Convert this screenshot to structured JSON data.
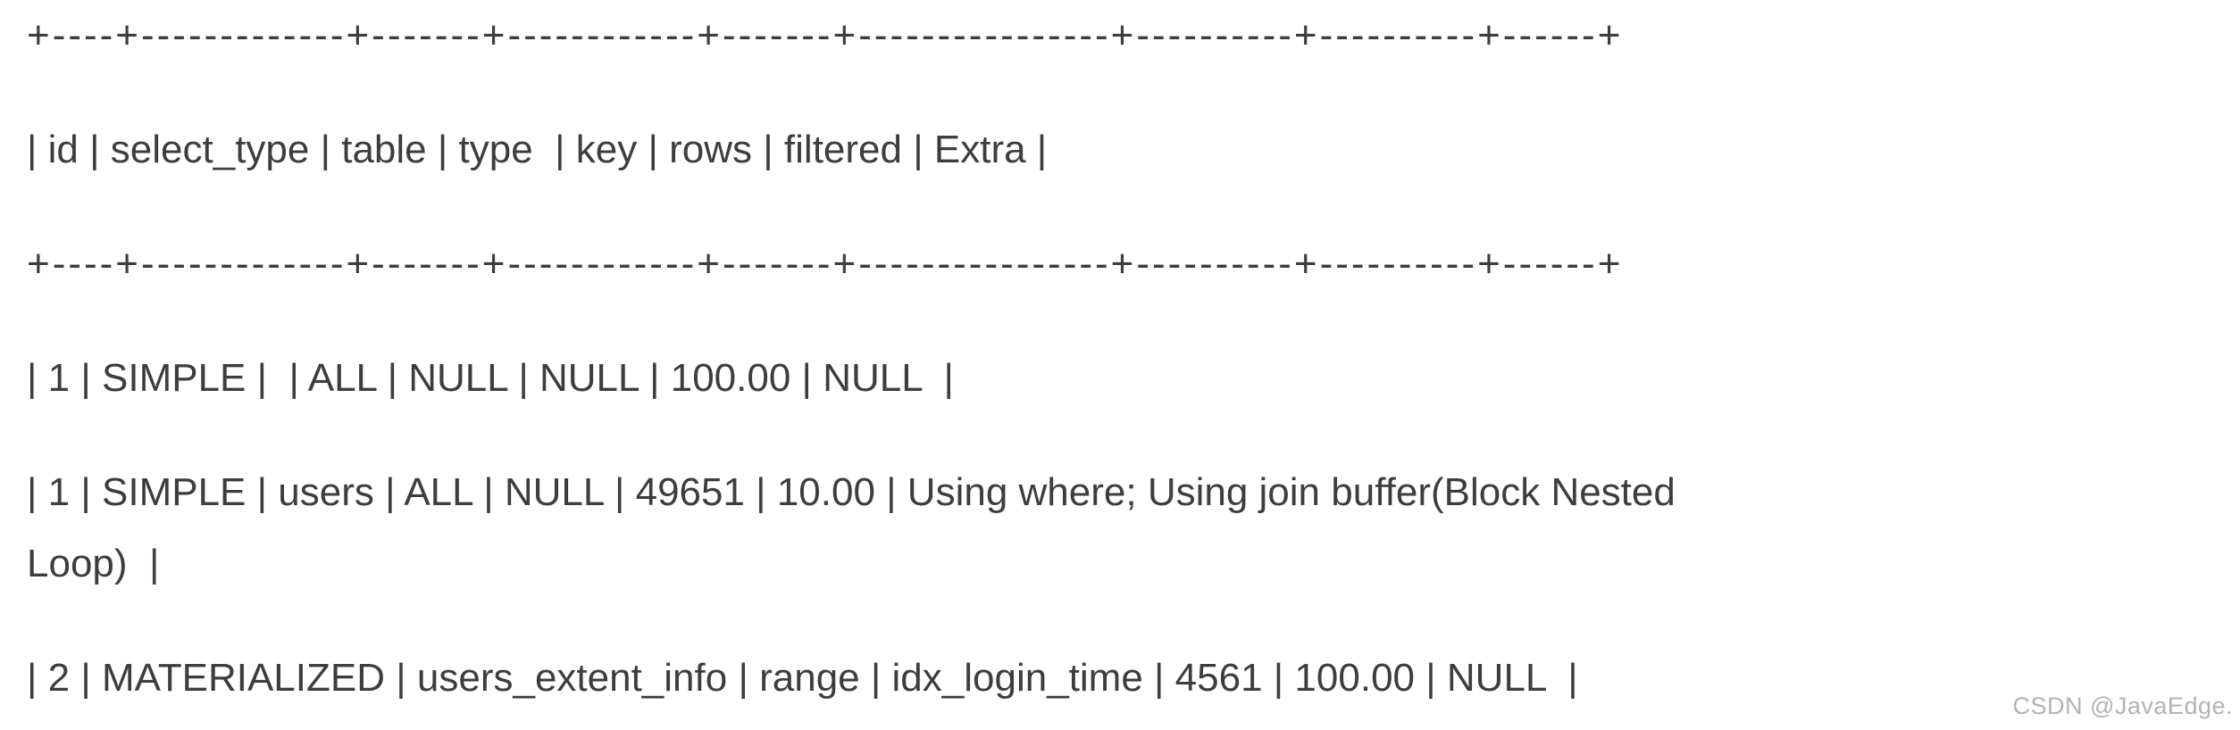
{
  "explain_output": {
    "lines": [
      {
        "text": "+----+-------------+-------+------------+-------+----------------+----------+----------+------+"
      },
      {
        "text": "| id | select_type | table | type  | key | rows | filtered | Extra |"
      },
      {
        "text": "+----+-------------+-------+------------+-------+----------------+----------+----------+------+"
      },
      {
        "text": "| 1 | SIMPLE |  | ALL | NULL | NULL | 100.00 | NULL  |"
      },
      {
        "text": "| 1 | SIMPLE | users | ALL | NULL | 49651 | 10.00 | Using where; Using join buffer(Block Nested"
      },
      {
        "text": "Loop)  |"
      },
      {
        "text": "| 2 | MATERIALIZED | users_extent_info | range | idx_login_time | 4561 | 100.00 | NULL  |"
      }
    ],
    "table": {
      "headers": [
        "id",
        "select_type",
        "table",
        "type",
        "key",
        "rows",
        "filtered",
        "Extra"
      ],
      "rows": [
        [
          "1",
          "SIMPLE",
          "",
          "ALL",
          "NULL",
          "NULL",
          "100.00",
          "NULL"
        ],
        [
          "1",
          "SIMPLE",
          "users",
          "ALL",
          "NULL",
          "49651",
          "10.00",
          "Using where; Using join buffer(Block Nested Loop)"
        ],
        [
          "2",
          "MATERIALIZED",
          "users_extent_info",
          "range",
          "idx_login_time",
          "4561",
          "100.00",
          "NULL"
        ]
      ]
    }
  },
  "watermark": {
    "text": "CSDN @JavaEdge."
  },
  "colors": {
    "text": "#3d3d3d",
    "watermark": "#b0b3b6",
    "background": "#ffffff"
  }
}
